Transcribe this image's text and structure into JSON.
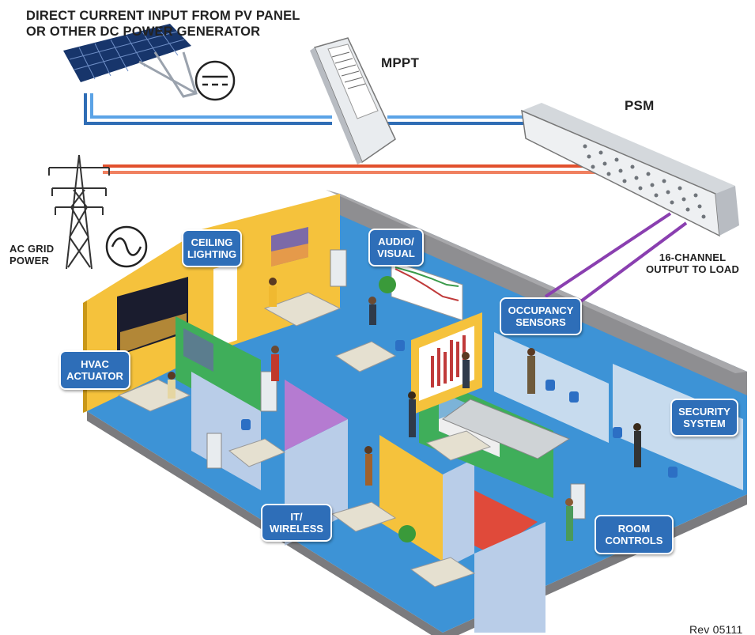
{
  "header": {
    "line1": "DIRECT CURRENT INPUT FROM PV PANEL",
    "line2": "OR OTHER DC POWER GENERATOR"
  },
  "devices": {
    "mppt": "MPPT",
    "psm": "PSM"
  },
  "grid": {
    "line1": "AC GRID",
    "line2": "POWER"
  },
  "output": {
    "line1": "16-CHANNEL",
    "line2": "OUTPUT TO LOAD"
  },
  "badges": {
    "ceiling_lighting": {
      "line1": "CEILING",
      "line2": "LIGHTING"
    },
    "audio_visual": {
      "line1": "AUDIO/",
      "line2": "VISUAL"
    },
    "occupancy_sensors": {
      "line1": "OCCUPANCY",
      "line2": "SENSORS"
    },
    "hvac_actuator": {
      "line1": "HVAC",
      "line2": "ACTUATOR"
    },
    "security_system": {
      "line1": "SECURITY",
      "line2": "SYSTEM"
    },
    "it_wireless": {
      "line1": "IT/",
      "line2": "WIRELESS"
    },
    "room_controls": {
      "line1": "ROOM",
      "line2": "CONTROLS"
    }
  },
  "footer": {
    "revision": "Rev 05111"
  },
  "colors": {
    "dc_line": "#2f6db5",
    "ac_line": "#e2502d",
    "output_line": "#8a3fb0",
    "badge_fill": "#2e6eb8",
    "floor": "#3d93d6",
    "wall_yellow": "#f5c23c",
    "wall_green": "#3fae5a",
    "wall_purple": "#b57bd1",
    "wall_gray": "#8e8e91"
  },
  "icons": [
    "solar-panel-icon",
    "dc-symbol-icon",
    "ac-symbol-icon",
    "transmission-tower-icon",
    "mppt-device-icon",
    "psm-device-icon"
  ]
}
